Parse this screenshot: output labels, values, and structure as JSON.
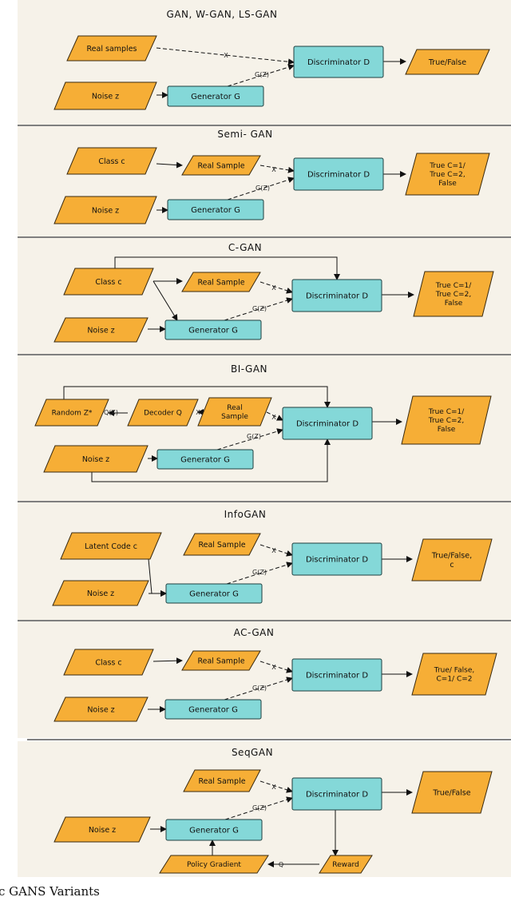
{
  "caption": "c GANS Variants",
  "colors": {
    "panel_bg": "#f6f2e9",
    "separator": "#333333",
    "input_fill": "#f6ae36",
    "input_stroke": "#3a2a10",
    "model_fill": "#84d8d8",
    "model_stroke": "#1f3f3f",
    "arrow": "#111111"
  },
  "icons": {
    "input_shape": "parallelogram",
    "model_shape": "rounded-rectangle",
    "arrow": "arrowhead"
  },
  "panels": [
    {
      "title": "GAN, W-GAN, LS-GAN",
      "nodes": {
        "real": "Real samples",
        "noise": "Noise z",
        "gen": "Generator G",
        "disc": "Discriminator D",
        "out": "True/False"
      },
      "edge_labels": {
        "x": "X",
        "gz": "G(Z)"
      }
    },
    {
      "title": "Semi- GAN",
      "nodes": {
        "class": "Class c",
        "real": "Real Sample",
        "noise": "Noise z",
        "gen": "Generator G",
        "disc": "Discriminator D",
        "out": "True C=1/\nTrue C=2,\nFalse"
      },
      "edge_labels": {
        "x": "X",
        "gz": "G(Z)"
      }
    },
    {
      "title": "C-GAN",
      "nodes": {
        "class": "Class c",
        "real": "Real Sample",
        "noise": "Noise z",
        "gen": "Generator G",
        "disc": "Discriminator D",
        "out": "True C=1/\nTrue C=2,\nFalse"
      },
      "edge_labels": {
        "x": "X",
        "gz": "G(Z)"
      }
    },
    {
      "title": "BI-GAN",
      "nodes": {
        "random": "Random Z*",
        "decoder": "Decoder Q",
        "real": "Real\nSample",
        "noise": "Noise z",
        "gen": "Generator G",
        "disc": "Discriminator D",
        "out": "True C=1/\nTrue C=2,\nFalse"
      },
      "edge_labels": {
        "qx": "Q(X)",
        "x": "X",
        "x2": "X",
        "gz": "G(Z)"
      }
    },
    {
      "title": "InfoGAN",
      "nodes": {
        "latent": "Latent Code c",
        "real": "Real Sample",
        "noise": "Noise z",
        "gen": "Generator G",
        "disc": "Discriminator D",
        "out": "True/False,\nc"
      },
      "edge_labels": {
        "x": "X",
        "gz": "G(Z)"
      }
    },
    {
      "title": "AC-GAN",
      "nodes": {
        "class": "Class c",
        "real": "Real Sample",
        "noise": "Noise z",
        "gen": "Generator G",
        "disc": "Discriminator D",
        "out": "True/ False,\nC=1/ C=2"
      },
      "edge_labels": {
        "x": "X",
        "gz": "G(Z)"
      }
    },
    {
      "title": "SeqGAN",
      "nodes": {
        "real": "Real Sample",
        "noise": "Noise z",
        "gen": "Generator G",
        "disc": "Discriminator D",
        "out": "True/False",
        "policy": "Policy Gradient",
        "reward": "Reward"
      },
      "edge_labels": {
        "x": "X",
        "gz": "G(Z)",
        "q": "Q"
      }
    }
  ]
}
